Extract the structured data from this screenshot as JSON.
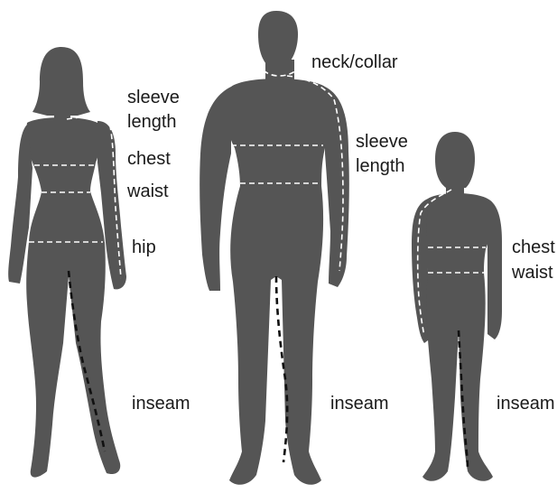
{
  "colors": {
    "silhouette": "#555555",
    "dash_inside": "#ffffff",
    "dash_outside": "#111111",
    "text": "#1a1a1a"
  },
  "woman": {
    "sleeve_line1": "sleeve",
    "sleeve_line2": "length",
    "chest": "chest",
    "waist": "waist",
    "hip": "hip",
    "inseam": "inseam"
  },
  "man": {
    "neck": "neck/collar",
    "sleeve_line1": "sleeve",
    "sleeve_line2": "length",
    "inseam": "inseam"
  },
  "child": {
    "chest": "chest",
    "waist": "waist",
    "inseam": "inseam"
  }
}
